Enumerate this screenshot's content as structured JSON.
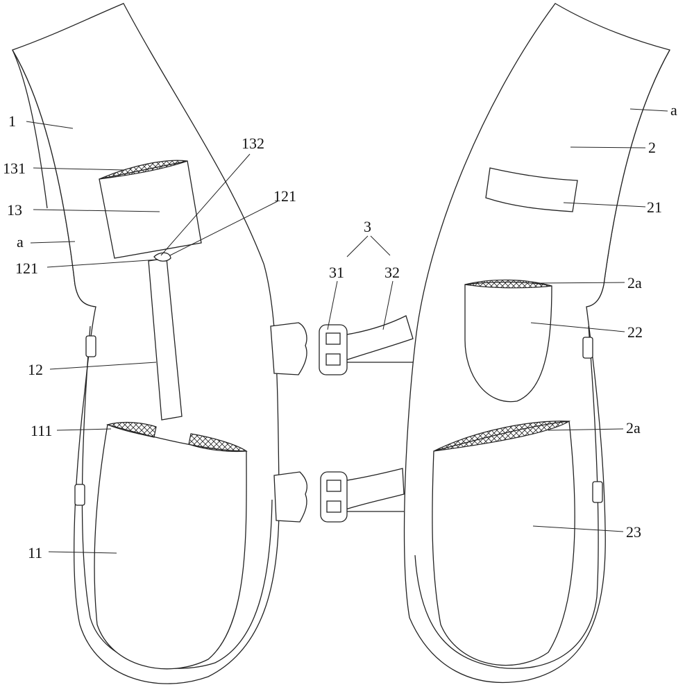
{
  "figure": {
    "labels": {
      "l1": "1",
      "l131": "131",
      "l13": "13",
      "la_left": "a",
      "l121a": "121",
      "l132": "132",
      "l121b": "121",
      "l12": "12",
      "l111": "111",
      "l11": "11",
      "l3": "3",
      "l31": "31",
      "l32": "32",
      "la_right": "a",
      "l2": "2",
      "l21": "21",
      "l2a_top": "2a",
      "l22": "22",
      "l2a_bottom": "2a",
      "l23": "23"
    }
  }
}
